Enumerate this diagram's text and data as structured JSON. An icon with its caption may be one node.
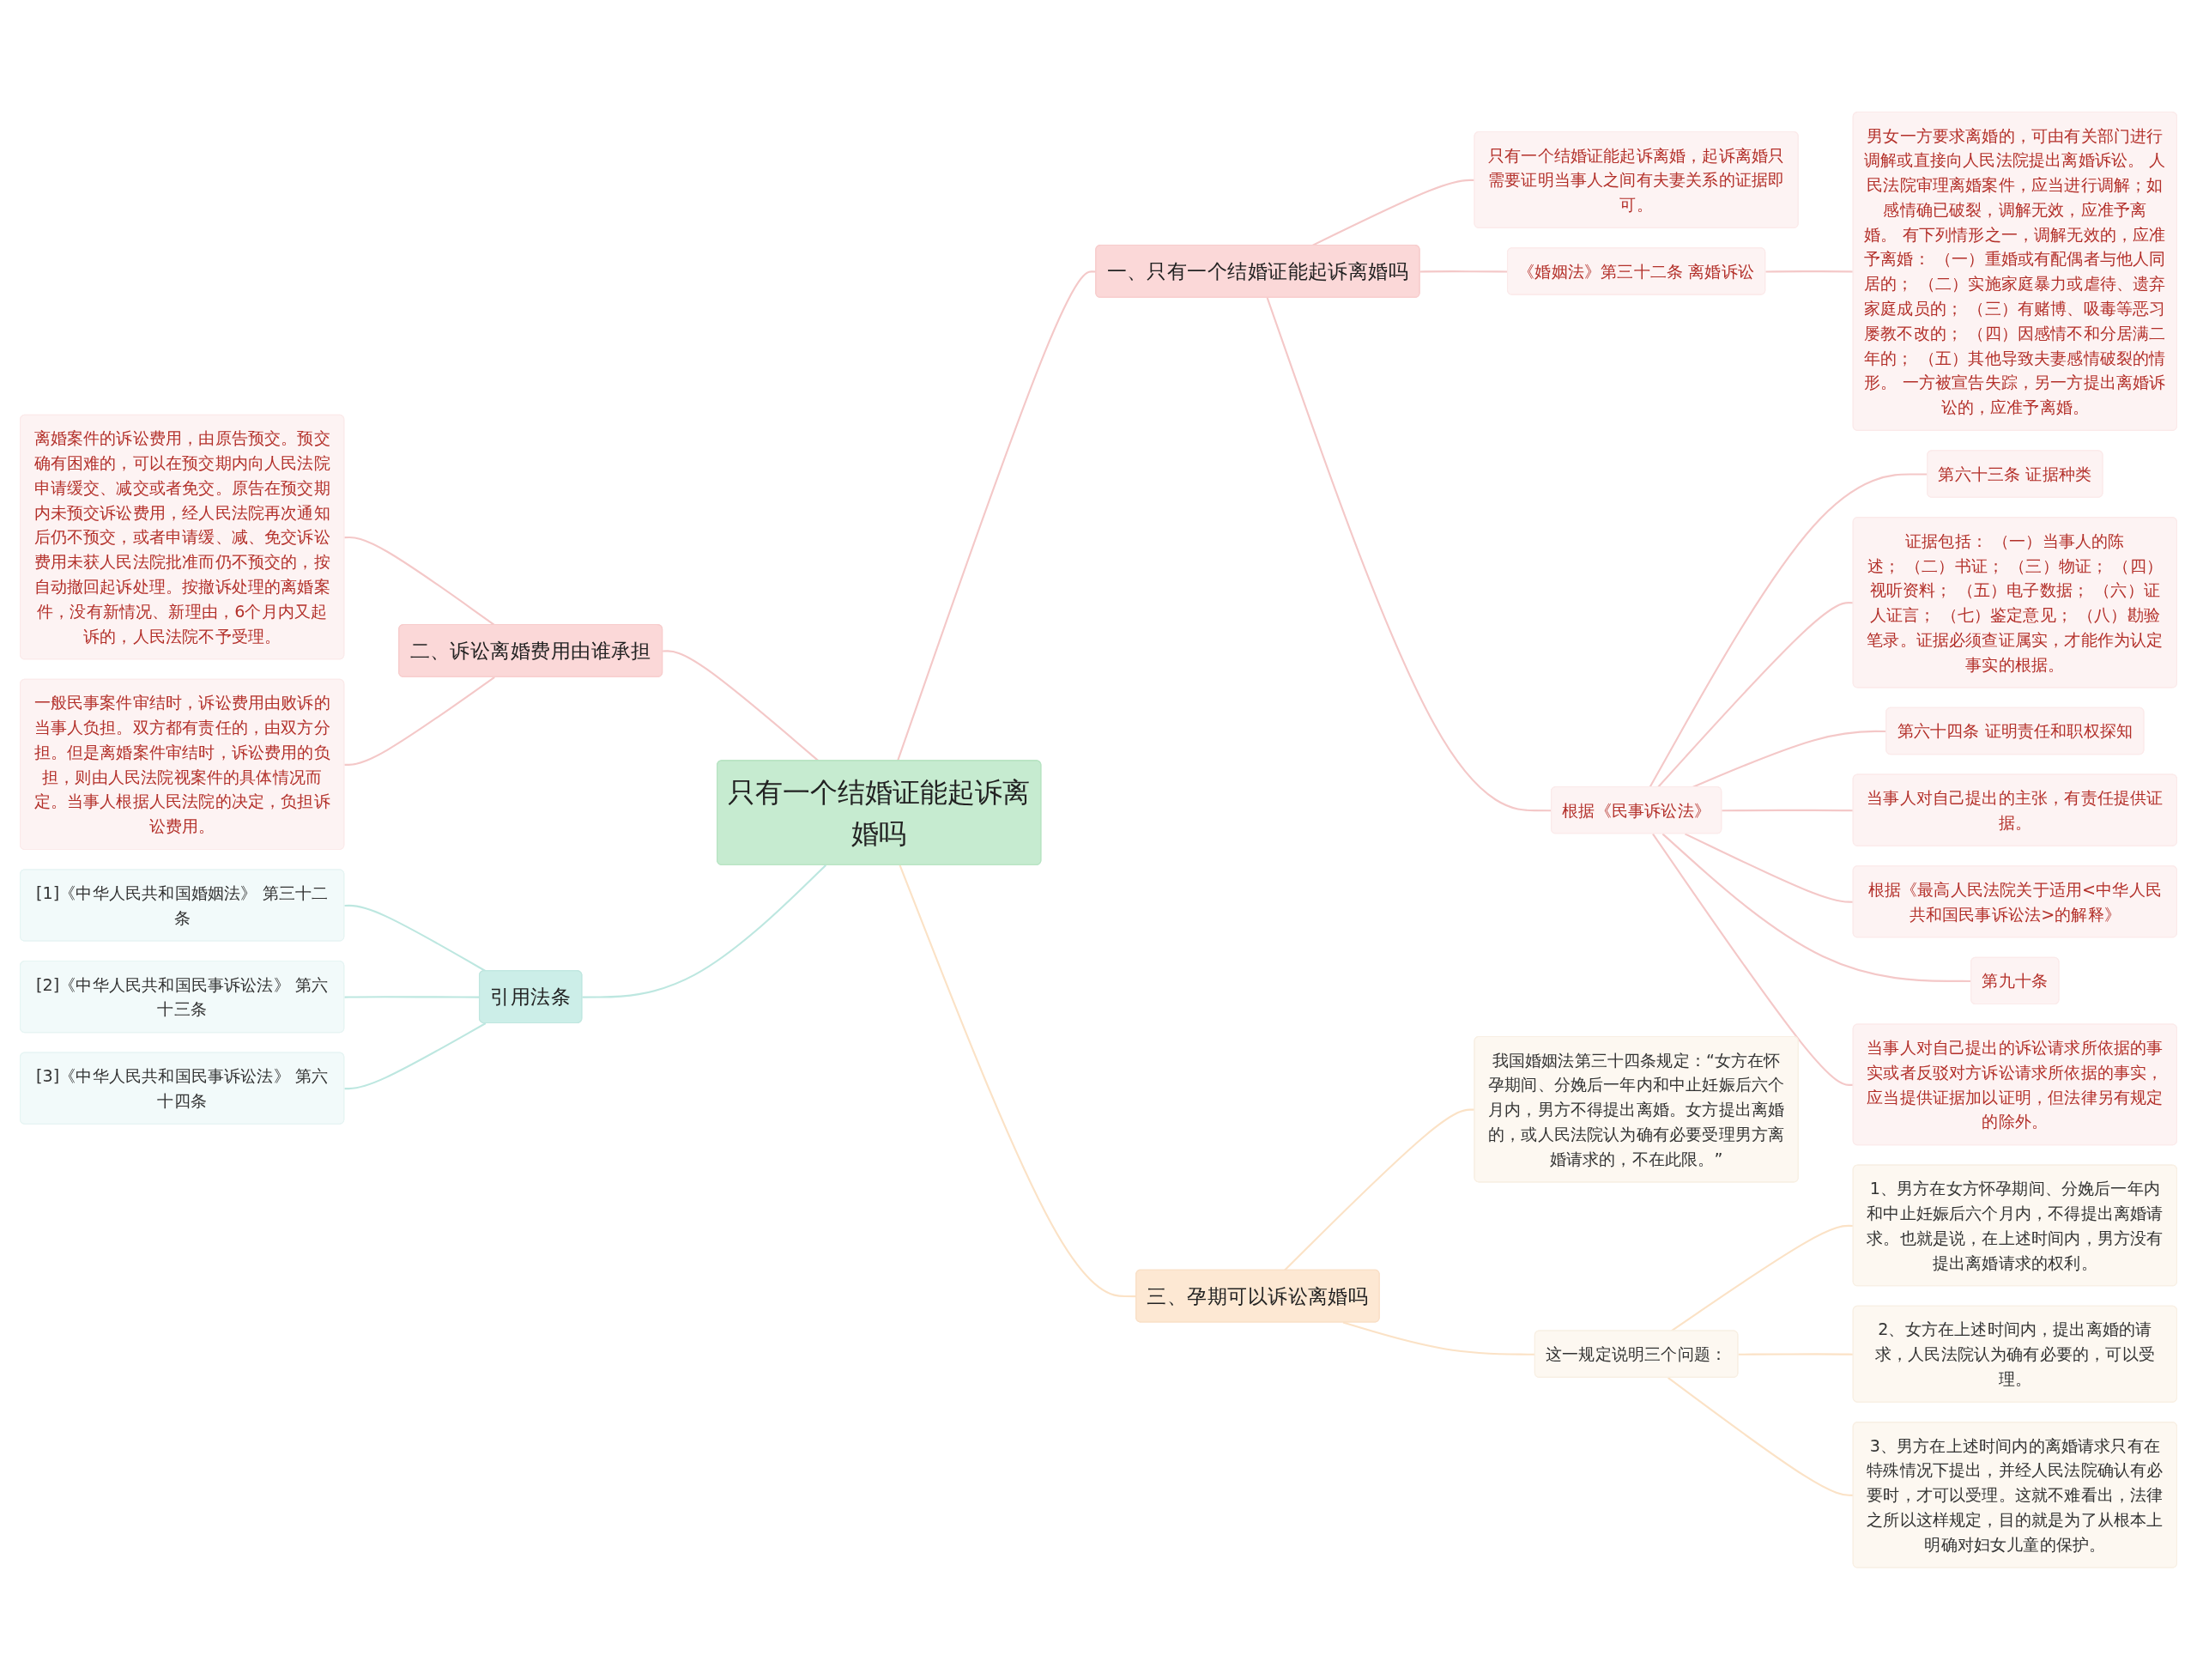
{
  "diagram": {
    "nodes": [
      {
        "text": [
          "只有一个结婚证能起诉离婚吗"
        ]
      },
      {
        "text": [
          "一、只有一个结婚证能起诉离婚吗"
        ]
      },
      {
        "text": [
          "只有一个结婚证能起诉离婚，起诉离婚只需要证明当事人之间有夫妻关系的证据即可。"
        ]
      },
      {
        "text": [
          "《婚姻法》第三十二条 离婚诉讼"
        ]
      },
      {
        "text": [
          "男女一方要求离婚的，可由有关部门进行调解或直接向人民法院提出离婚诉讼。 人民法院审理离婚案件，应当进行调解；如感情确已破裂，调解无效，应准予离婚。 有下列情形之一，调解无效的，应准予离婚： （一）重婚或有配偶者与他人同居的； （二）实施家庭暴力或虐待、遗弃家庭成员的； （三）有赌博、吸毒等恶习屡教不改的； （四）因感情不和分居满二年的； （五）其他导致夫妻感情破裂的情形。 一方被宣告失踪，另一方提出离婚诉讼的，应准予离婚。"
        ]
      },
      {
        "text": [
          "根据《民事诉讼法》"
        ]
      },
      {
        "text": [
          "第六十三条 证据种类"
        ]
      },
      {
        "text": [
          "证据包括： （一）当事人的陈述； （二）书证； （三）物证； （四）视听资料； （五）电子数据； （六）证人证言； （七）鉴定意见； （八）勘验笔录。证据必须查证属实，才能作为认定事实的根据。"
        ]
      },
      {
        "text": [
          "第六十四条 证明责任和职权探知"
        ]
      },
      {
        "text": [
          "当事人对自己提出的主张，有责任提供证据。"
        ]
      },
      {
        "text": [
          "根据《最高人民法院关于适用<中华人民共和国民事诉讼法>的解释》"
        ]
      },
      {
        "text": [
          "第九十条"
        ]
      },
      {
        "text": [
          "当事人对自己提出的诉讼请求所依据的事实或者反驳对方诉讼请求所依据的事实，应当提供证据加以证明，但法律另有规定的除外。"
        ]
      },
      {
        "text": [
          "二、诉讼离婚费用由谁承担"
        ]
      },
      {
        "text": [
          "离婚案件的诉讼费用，由原告预交。预交确有困难的，可以在预交期内向人民法院申请缓交、减交或者免交。原告在预交期内未预交诉讼费用，经人民法院再次通知后仍不预交，或者申请缓、减、免交诉讼费用未获人民法院批准而仍不预交的，按自动撤回起诉处理。按撤诉处理的离婚案件，没有新情况、新理由，6个月内又起诉的，人民法院不予受理。"
        ]
      },
      {
        "text": [
          "一般民事案件审结时，诉讼费用由败诉的当事人负担。双方都有责任的，由双方分担。但是离婚案件审结时，诉讼费用的负担，则由人民法院视案件的具体情况而定。当事人根据人民法院的决定，负担诉讼费用。"
        ]
      },
      {
        "text": [
          "三、孕期可以诉讼离婚吗"
        ]
      },
      {
        "text": [
          "我国婚姻法第三十四条规定：“女方在怀孕期间、分娩后一年内和中止妊娠后六个月内，男方不得提出离婚。女方提出离婚的，或人民法院认为确有必要受理男方离婚请求的，不在此限。”"
        ]
      },
      {
        "text": [
          "这一规定说明三个问题："
        ]
      },
      {
        "text": [
          "1、男方在女方怀孕期间、分娩后一年内和中止妊娠后六个月内，不得提出离婚请求。也就是说，在上述时间内，男方没有提出离婚请求的权利。"
        ]
      },
      {
        "text": [
          "2、女方在上述时间内，提出离婚的请求，人民法院认为确有必要的，可以受理。"
        ]
      },
      {
        "text": [
          "3、男方在上述时间内的离婚请求只有在特殊情况下提出，并经人民法院确认有必要时，才可以受理。这就不难看出，法律之所以这样规定，目的就是为了从根本上明确对妇女儿童的保护。"
        ]
      },
      {
        "text": [
          "引用法条"
        ]
      },
      {
        "text": [
          "[1]《中华人民共和国婚姻法》 第三十二条"
        ]
      },
      {
        "text": [
          "[2]《中华人民共和国民事诉讼法》 第六十三条"
        ]
      },
      {
        "text": [
          "[3]《中华人民共和国民事诉讼法》 第六十四条"
        ]
      }
    ],
    "edges": [
      {
        "from": 0,
        "to": 1,
        "arrow": "none"
      },
      {
        "from": 1,
        "to": 2,
        "arrow": "none"
      },
      {
        "from": 1,
        "to": 3,
        "arrow": "none"
      },
      {
        "from": 3,
        "to": 4,
        "arrow": "none"
      },
      {
        "from": 1,
        "to": 5,
        "arrow": "none"
      },
      {
        "from": 5,
        "to": 6,
        "arrow": "none"
      },
      {
        "from": 5,
        "to": 7,
        "arrow": "none"
      },
      {
        "from": 5,
        "to": 8,
        "arrow": "none"
      },
      {
        "from": 5,
        "to": 9,
        "arrow": "none"
      },
      {
        "from": 5,
        "to": 10,
        "arrow": "none"
      },
      {
        "from": 5,
        "to": 11,
        "arrow": "none"
      },
      {
        "from": 5,
        "to": 12,
        "arrow": "none"
      },
      {
        "from": 13,
        "to": 0,
        "arrow": "none"
      },
      {
        "from": 14,
        "to": 13,
        "arrow": "none"
      },
      {
        "from": 15,
        "to": 13,
        "arrow": "none"
      },
      {
        "from": 0,
        "to": 16,
        "arrow": "none",
        "color": "#fbe2c6"
      },
      {
        "from": 16,
        "to": 17,
        "arrow": "none",
        "color": "#fbe2c6"
      },
      {
        "from": 16,
        "to": 18,
        "arrow": "none",
        "color": "#fbe2c6"
      },
      {
        "from": 18,
        "to": 19,
        "arrow": "none",
        "color": "#fbe2c6"
      },
      {
        "from": 18,
        "to": 20,
        "arrow": "none",
        "color": "#fbe2c6"
      },
      {
        "from": 18,
        "to": 21,
        "arrow": "none",
        "color": "#fbe2c6"
      },
      {
        "from": 22,
        "to": 0,
        "arrow": "none",
        "color": "#bde7e0"
      },
      {
        "from": 23,
        "to": 22,
        "arrow": "none",
        "color": "#bde7e0"
      },
      {
        "from": 24,
        "to": 22,
        "arrow": "none",
        "color": "#bde7e0"
      },
      {
        "from": 25,
        "to": 22,
        "arrow": "none",
        "color": "#bde7e0"
      }
    ]
  }
}
